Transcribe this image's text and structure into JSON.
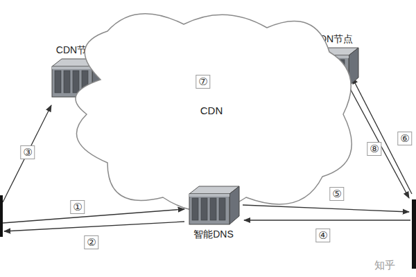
{
  "diagram": {
    "nodes": [
      {
        "text": [
          "CDN节点"
        ]
      },
      {
        "text": [
          "CDN节点"
        ]
      },
      {
        "text": [
          "CDN"
        ]
      },
      {
        "text": [
          "智能DNS"
        ]
      }
    ],
    "edges": [
      {
        "from": 0,
        "to": 1,
        "arrow": "both",
        "label": "⑦"
      }
    ],
    "labels": [
      "③",
      "①",
      "②",
      "⑧",
      "⑥",
      "⑤",
      "④",
      "知乎"
    ]
  }
}
